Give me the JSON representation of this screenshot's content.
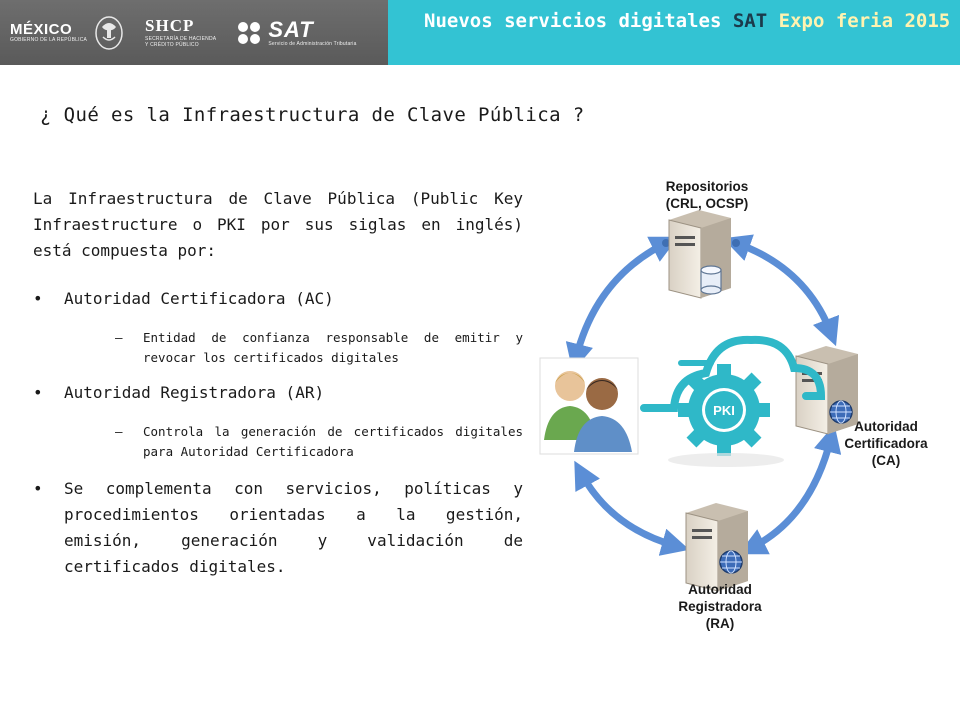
{
  "header": {
    "logos": {
      "mexico": {
        "name": "MÉXICO",
        "sub": "GOBIERNO DE LA REPÚBLICA"
      },
      "shcp": {
        "name": "SHCP",
        "sub1": "SECRETARÍA DE HACIENDA",
        "sub2": "Y CRÉDITO PÚBLICO"
      },
      "sat": {
        "name": "SAT",
        "sub": "Servicio de Administración Tributaria"
      }
    },
    "title_part1": "Nuevos servicios digitales ",
    "title_part2": "SAT",
    "title_part3": " Expo feria 2015",
    "colors": {
      "band_left": "#6e6e6e",
      "band_right": "#33c3d3",
      "arrow_blue": "#5b8ed6"
    }
  },
  "slide": {
    "title": "¿ Qué es la Infraestructura de Clave Pública ?",
    "intro": "La Infraestructura de Clave Pública (Public Key Infraestructure o PKI por sus siglas en inglés) está compuesta por:",
    "bullets": [
      {
        "label": "Autoridad Certificadora (AC)",
        "detail": "Entidad de confianza responsable de emitir y revocar los certificados digitales"
      },
      {
        "label": "Autoridad Registradora (AR)",
        "detail": "Controla la generación de certificados digitales para Autoridad Certificadora"
      },
      {
        "label": "Se complementa con servicios, políticas y procedimientos orientadas a la gestión, emisión, generación y validación de certificados digitales."
      }
    ],
    "dash": "–"
  },
  "diagram": {
    "repositorios": {
      "line1": "Repositorios",
      "line2": "(CRL, OCSP)"
    },
    "ca": {
      "line1": "Autoridad",
      "line2": "Certificadora",
      "line3": "(CA)"
    },
    "ra": {
      "line1": "Autoridad",
      "line2": "Registradora",
      "line3": "(RA)"
    },
    "pki_label": "PKI",
    "icons": [
      "server-icon",
      "database-icon",
      "globe-icon",
      "users-icon",
      "cloud-icon",
      "gear-icon"
    ]
  }
}
